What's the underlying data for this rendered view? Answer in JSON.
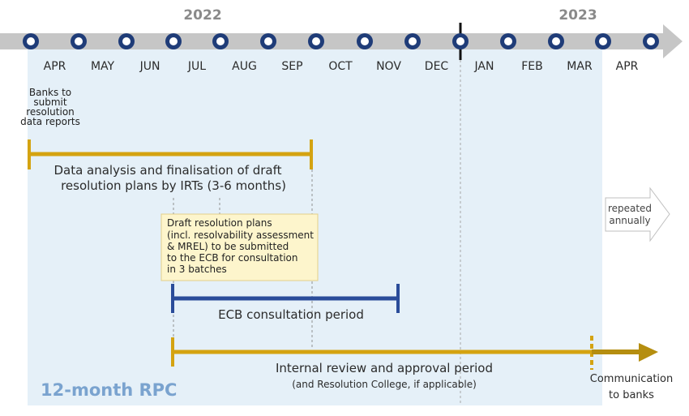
{
  "years": [
    {
      "label": "2022"
    },
    {
      "label": "2023"
    }
  ],
  "months": [
    "APR",
    "MAY",
    "JUN",
    "JUL",
    "AUG",
    "SEP",
    "OCT",
    "NOV",
    "DEC",
    "JAN",
    "FEB",
    "MAR",
    "APR"
  ],
  "banks_note": [
    "Banks to",
    "submit",
    "resolution",
    "data reports"
  ],
  "data_analysis": [
    "Data analysis and finalisation of draft",
    "resolution plans by IRTs (3-6 months)"
  ],
  "draft_box": [
    "Draft resolution plans",
    "(incl. resolvability assessment",
    "& MREL) to be submitted",
    "to the ECB for consultation",
    "in 3 batches"
  ],
  "ecb_consultation": "ECB consultation period",
  "internal_review": {
    "title": "Internal review and approval period",
    "subtitle": "(and Resolution College, if applicable)"
  },
  "communication": [
    "Communication",
    "to banks"
  ],
  "repeated": [
    "repeated",
    "annually"
  ],
  "rpc_label": "12-month RPC",
  "colors": {
    "panel": "#e5f0f8",
    "timeline": "#c6c6c6",
    "node": "#1f3c78",
    "gold": "#d4a311",
    "gold_dark": "#b58e10",
    "navy": "#2a4c9a",
    "note_box": "#fdf5cc",
    "note_border": "#e2cf8a",
    "rpc_text": "#7aa3cf",
    "year_text": "#8a8a8a",
    "month_text": "#2b2b2b"
  }
}
